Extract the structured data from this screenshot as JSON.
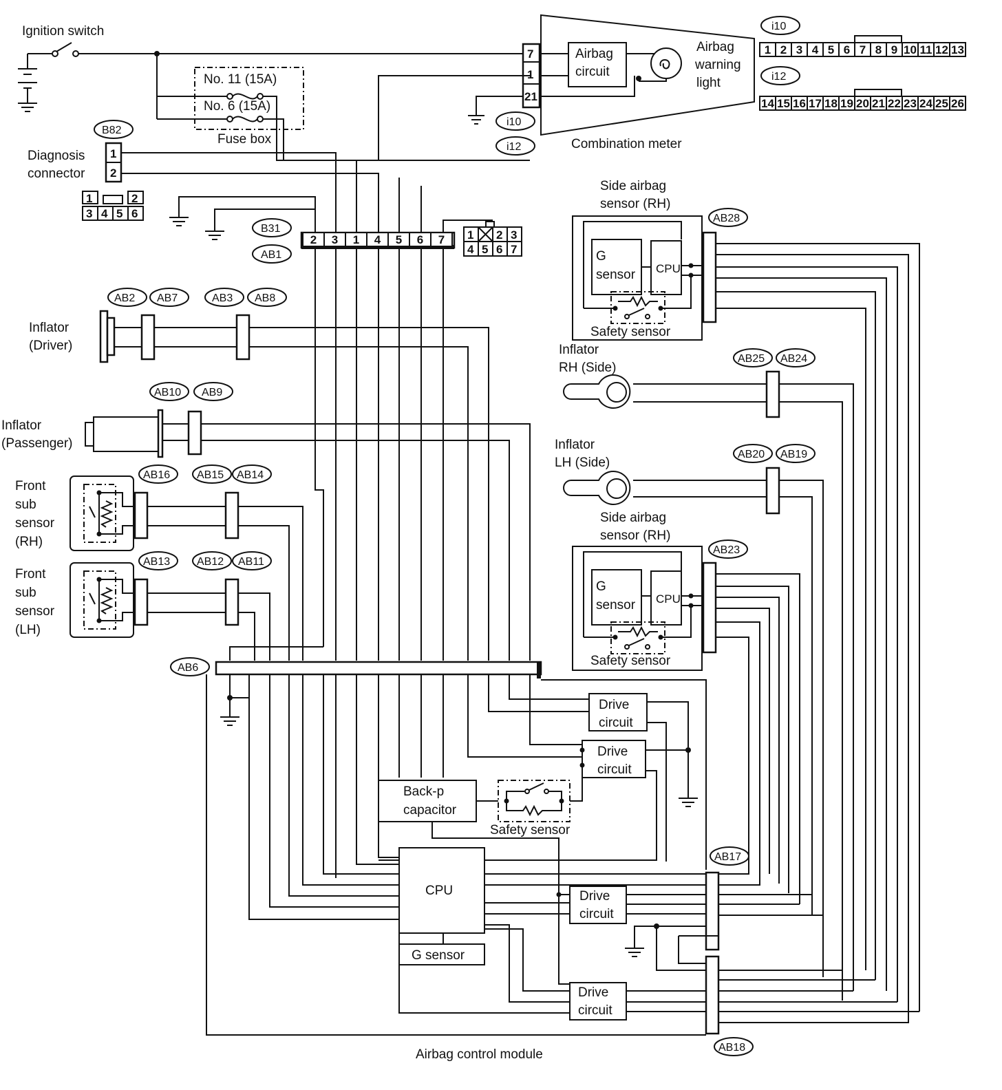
{
  "labels": {
    "ignition_switch": "Ignition switch",
    "fuse_11": "No. 11 (15A)",
    "fuse_6": "No. 6 (15A)",
    "fuse_box": "Fuse box",
    "diagnosis": "Diagnosis",
    "connector": "connector",
    "airbag_circuit_1": "Airbag",
    "airbag_circuit_2": "circuit",
    "warning_1": "Airbag",
    "warning_2": "warning",
    "warning_3": "light",
    "combination_meter": "Combination meter",
    "side_sensor_rh_top_1": "Side airbag",
    "side_sensor_rh_top_2": "sensor (RH)",
    "side_sensor_rh_bot_1": "Side airbag",
    "side_sensor_rh_bot_2": "sensor (RH)",
    "g": "G",
    "sensor": "sensor",
    "cpu": "CPU",
    "safety_sensor": "Safety sensor",
    "inflator_rh_side_1": "Inflator",
    "inflator_rh_side_2": "RH (Side)",
    "inflator_lh_side_1": "Inflator",
    "inflator_lh_side_2": "LH (Side)",
    "inflator_driver_1": "Inflator",
    "inflator_driver_2": "(Driver)",
    "inflator_pass_1": "Inflator",
    "inflator_pass_2": "(Passenger)",
    "front_sub": "Front",
    "sub": "sub",
    "sensor_word": "sensor",
    "rh": "(RH)",
    "lh": "(LH)",
    "drive": "Drive",
    "circuit": "circuit",
    "backup_1": "Back-p",
    "backup_2": "capacitor",
    "module_cpu": "CPU",
    "module_g_sensor": "G sensor",
    "airbag_control_module": "Airbag control module"
  },
  "connectors": {
    "B82": "B82",
    "B31": "B31",
    "AB1": "AB1",
    "i10": "i10",
    "i12": "i12",
    "AB2": "AB2",
    "AB7": "AB7",
    "AB3": "AB3",
    "AB8": "AB8",
    "AB10": "AB10",
    "AB9": "AB9",
    "AB16": "AB16",
    "AB15": "AB15",
    "AB14": "AB14",
    "AB13": "AB13",
    "AB12": "AB12",
    "AB11": "AB11",
    "AB6": "AB6",
    "AB28": "AB28",
    "AB25": "AB25",
    "AB24": "AB24",
    "AB20": "AB20",
    "AB19": "AB19",
    "AB23": "AB23",
    "AB17": "AB17",
    "AB18": "AB18"
  },
  "pins": {
    "meter": [
      "7",
      "1",
      "21"
    ],
    "diag": [
      "1",
      "2"
    ],
    "diag_face": [
      "1",
      "2",
      "3",
      "4",
      "5",
      "6"
    ],
    "b31_row": [
      "2",
      "3",
      "1",
      "4",
      "5",
      "6",
      "7"
    ],
    "b31_face": [
      "1",
      "2",
      "3",
      "4",
      "5",
      "6",
      "7"
    ],
    "i10_face": [
      "1",
      "2",
      "3",
      "4",
      "5",
      "6",
      "7",
      "8",
      "9",
      "10",
      "11",
      "12",
      "13"
    ],
    "i12_face": [
      "14",
      "15",
      "16",
      "17",
      "18",
      "19",
      "20",
      "21",
      "22",
      "23",
      "24",
      "25",
      "26"
    ]
  }
}
